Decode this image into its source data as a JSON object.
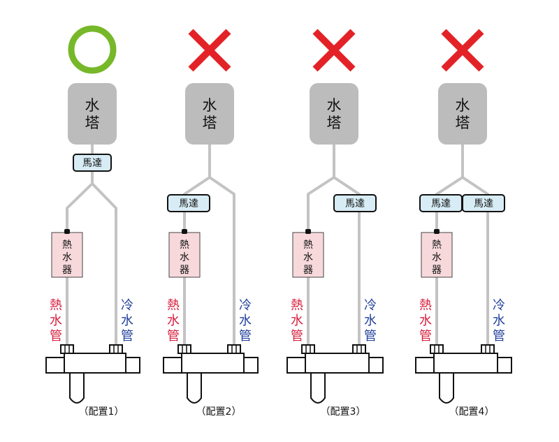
{
  "labels": {
    "tower_line1": "水",
    "tower_line2": "塔",
    "motor": "馬達",
    "heater_chars": [
      "熱",
      "水",
      "器"
    ],
    "hot_pipe_chars": [
      "熱",
      "水",
      "管"
    ],
    "cold_pipe_chars": [
      "冷",
      "水",
      "管"
    ]
  },
  "colors": {
    "hot": "#d81e3c",
    "cold": "#1f3f9c",
    "ok": "#77b82a",
    "ng": "#e32227",
    "pipe": "#c3c3c3",
    "tower": "#bcbcbc",
    "motor_fill": "#d7ecf5",
    "heater_fill": "#f7d9dc"
  },
  "configs": [
    {
      "verdict": "ok",
      "verdict_icon": "circle-ok-icon",
      "motors": "shared",
      "caption": "（配置1）"
    },
    {
      "verdict": "ng",
      "verdict_icon": "cross-ng-icon",
      "motors": "hot-only",
      "caption": "（配置2）"
    },
    {
      "verdict": "ng",
      "verdict_icon": "cross-ng-icon",
      "motors": "cold-only",
      "caption": "（配置3）"
    },
    {
      "verdict": "ng",
      "verdict_icon": "cross-ng-icon",
      "motors": "both",
      "caption": "（配置4）"
    }
  ]
}
